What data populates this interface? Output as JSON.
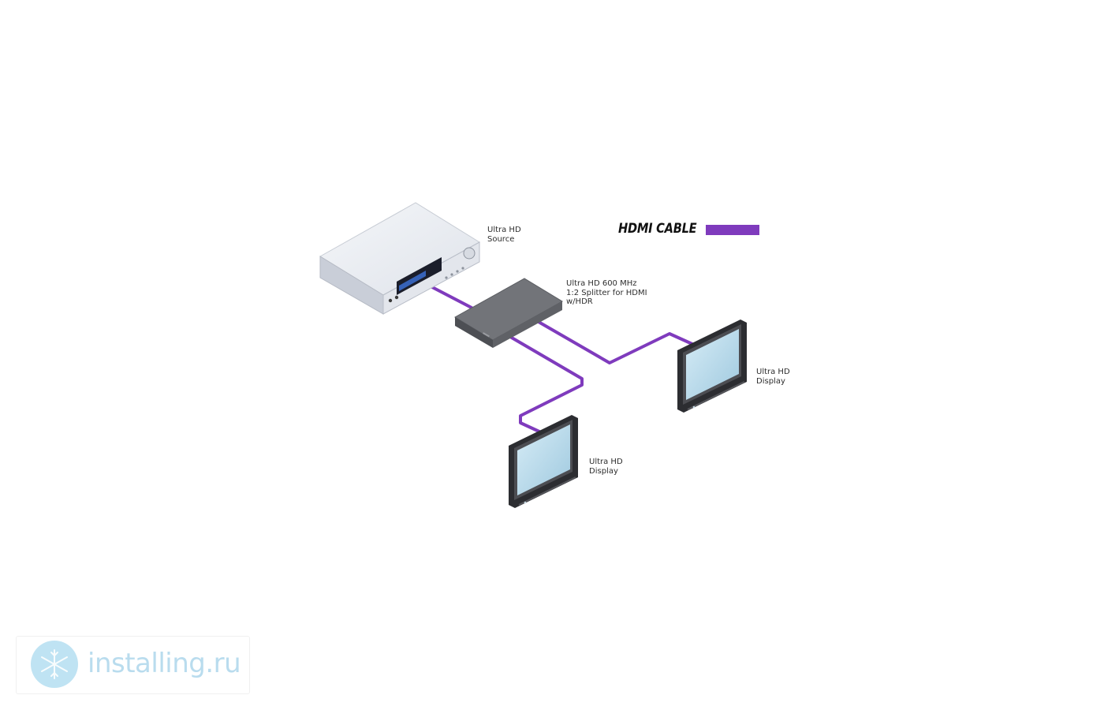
{
  "legend": {
    "title": "HDMI CABLE",
    "cable_color": "#7f3bbd"
  },
  "devices": {
    "source": {
      "line1": "Ultra HD",
      "line2": "Source",
      "icon": "media-player-icon"
    },
    "splitter": {
      "line1": "Ultra HD 600 MHz",
      "line2": "1:2 Splitter for HDMI",
      "line3": "w/HDR",
      "icon": "splitter-box-icon"
    },
    "display_right": {
      "line1": "Ultra HD",
      "line2": "Display",
      "icon": "monitor-icon"
    },
    "display_bottom": {
      "line1": "Ultra HD",
      "line2": "Display",
      "icon": "monitor-icon"
    }
  },
  "connections": [
    {
      "from": "source",
      "to": "splitter",
      "type": "HDMI"
    },
    {
      "from": "splitter",
      "to": "display_right",
      "type": "HDMI"
    },
    {
      "from": "splitter",
      "to": "display_bottom",
      "type": "HDMI"
    }
  ],
  "watermark": {
    "text": "installing.ru",
    "icon": "snowflake-logo-icon"
  }
}
